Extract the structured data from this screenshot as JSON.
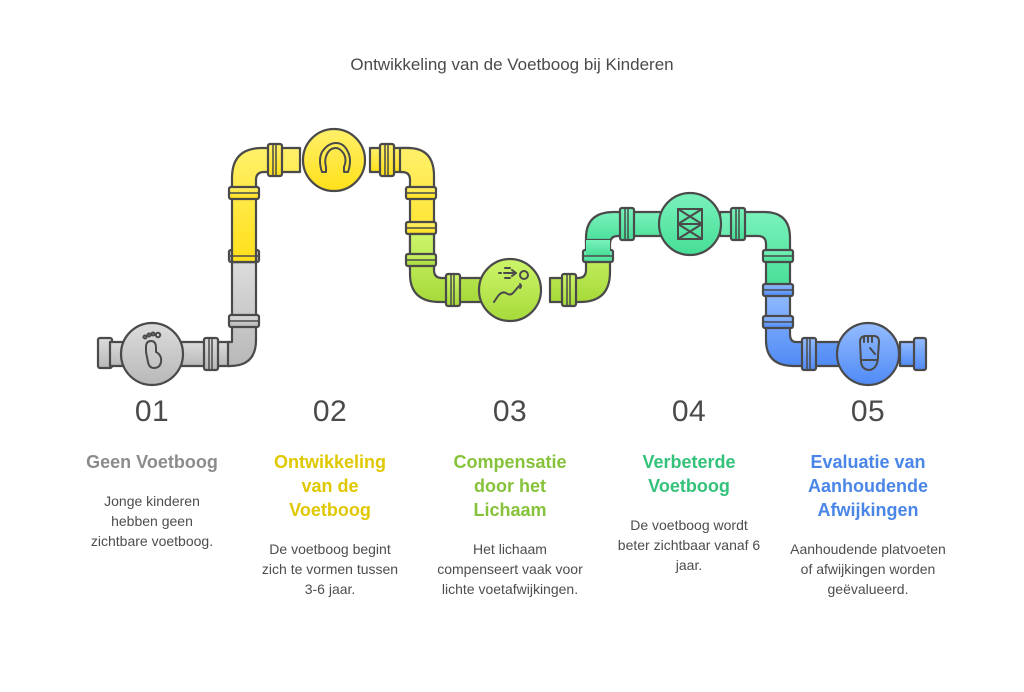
{
  "title": "Ontwikkeling van de Voetboog bij Kinderen",
  "colors": {
    "gray": "#c8c8c8",
    "yellow": "#ffe535",
    "lime": "#b4e04a",
    "green": "#5ee6a4",
    "blue": "#6a9ff8",
    "outline": "#4a4a4a"
  },
  "steps": [
    {
      "number": "01",
      "heading": "Geen Voetboog",
      "description": "Jonge kinderen hebben geen zichtbare voetboog.",
      "icon": "footprint-icon",
      "color": "#8c8c8c"
    },
    {
      "number": "02",
      "heading": "Ontwikkeling van de Voetboog",
      "description": "De voetboog begint zich te vormen tussen 3-6 jaar.",
      "icon": "arch-icon",
      "color": "#e0c800"
    },
    {
      "number": "03",
      "heading": "Compensatie door het Lichaam",
      "description": "Het lichaam compenseert vaak voor lichte voetafwijkingen.",
      "icon": "body-adjust-icon",
      "color": "#86c23a"
    },
    {
      "number": "04",
      "heading": "Verbeterde Voetboog",
      "description": "De voetboog wordt beter zichtbaar vanaf 6 jaar.",
      "icon": "valve-icon",
      "color": "#34c27a"
    },
    {
      "number": "05",
      "heading": "Evaluatie van Aanhoudende Afwijkingen",
      "description": "Aanhoudende platvoeten of afwijkingen worden geëvalueerd.",
      "icon": "foot-sole-icon",
      "color": "#4a86e8"
    }
  ]
}
